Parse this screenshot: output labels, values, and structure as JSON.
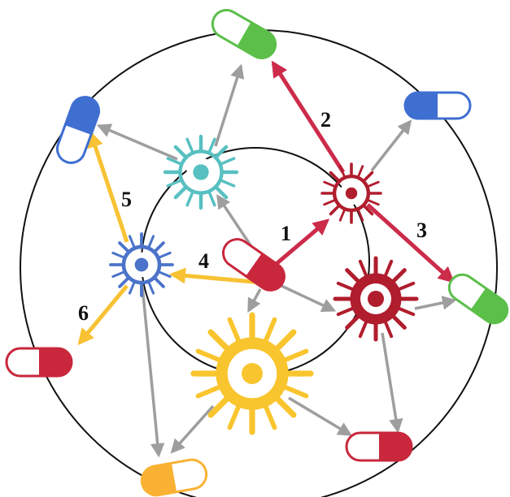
{
  "colors": {
    "red": "#cc2b4a",
    "yellow": "#f7c233",
    "gray": "#9e9e9e",
    "teal": "#58c0c1",
    "virus_red": "#b01d2d",
    "virus_blue": "#4b73c9",
    "virus_yellow": "#f9c52e",
    "pill_green": "#5cbf4a",
    "pill_blue": "#3f6fd1",
    "pill_red": "#c8273c",
    "pill_orange": "#f9b233"
  },
  "labels": {
    "l1": "1",
    "l2": "2",
    "l3": "3",
    "l4": "4",
    "l5": "5",
    "l6": "6"
  },
  "icons": {
    "virus": "virus-icon",
    "pill": "pill-capsule-icon"
  }
}
